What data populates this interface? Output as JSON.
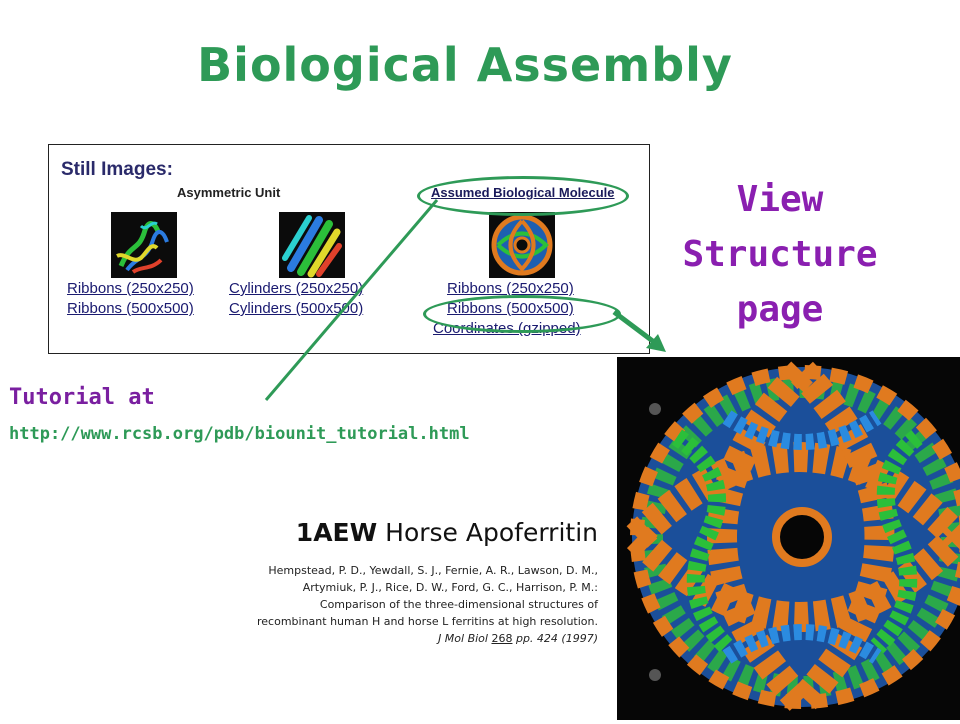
{
  "title": "Biological Assembly",
  "still_images": {
    "heading": "Still Images:",
    "asymmetric_unit_label": "Asymmetric Unit",
    "biological_molecule_label": "Assumed Biological Molecule",
    "ribbons_links": [
      "Ribbons (250x250)",
      "Ribbons (500x500)"
    ],
    "cylinders_links": [
      "Cylinders (250x250)",
      "Cylinders (500x500)"
    ],
    "bio_links": [
      "Ribbons (250x250)",
      "Ribbons (500x500)",
      "Coordinates (gzipped)"
    ]
  },
  "view_structure": {
    "lines": [
      "View",
      "Structure",
      "page"
    ]
  },
  "tutorial": {
    "label": "Tutorial at",
    "url": "http://www.rcsb.org/pdb/biounit_tutorial.html"
  },
  "protein": {
    "id": "1AEW",
    "name": "Horse Apoferritin"
  },
  "citation": {
    "lines": [
      "Hempstead, P. D., Yewdall, S. J., Fernie, A. R., Lawson, D. M.,",
      "Artymiuk, P. J., Rice, D. W., Ford, G. C., Harrison, P. M.:",
      "Comparison of the three-dimensional structures of",
      "recombinant human H and horse L ferritins at high resolution."
    ],
    "journal": "J Mol Biol",
    "volume": "268",
    "pages": "pp. 424 (1997)"
  },
  "colors": {
    "accent_green": "#2e9a57",
    "purple": "#8a1fb0",
    "link_blue": "#1a1a70"
  }
}
